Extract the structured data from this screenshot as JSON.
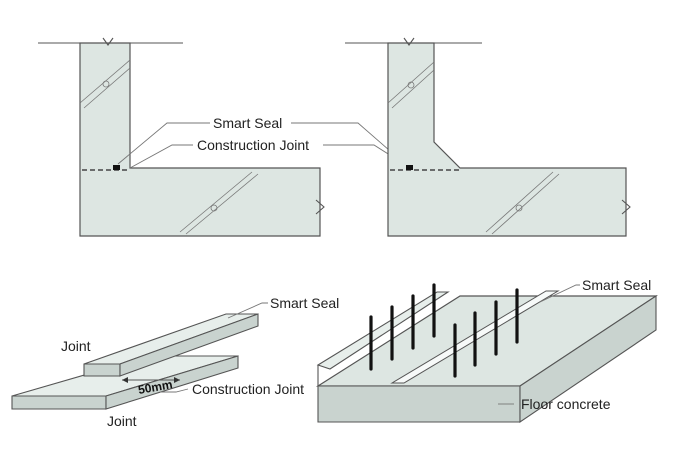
{
  "labels": {
    "top_smart_seal": "Smart Seal",
    "top_construction_joint": "Construction Joint",
    "bl_smart_seal": "Smart Seal",
    "bl_joint_upper": "Joint",
    "bl_dimension": "50mm",
    "bl_construction_joint": "Construction Joint",
    "bl_joint_lower": "Joint",
    "br_smart_seal": "Smart Seal",
    "br_floor_concrete": "Floor concrete"
  },
  "colors": {
    "concrete": "#dde6e2",
    "outline": "#555555",
    "rebar": "#111111"
  }
}
